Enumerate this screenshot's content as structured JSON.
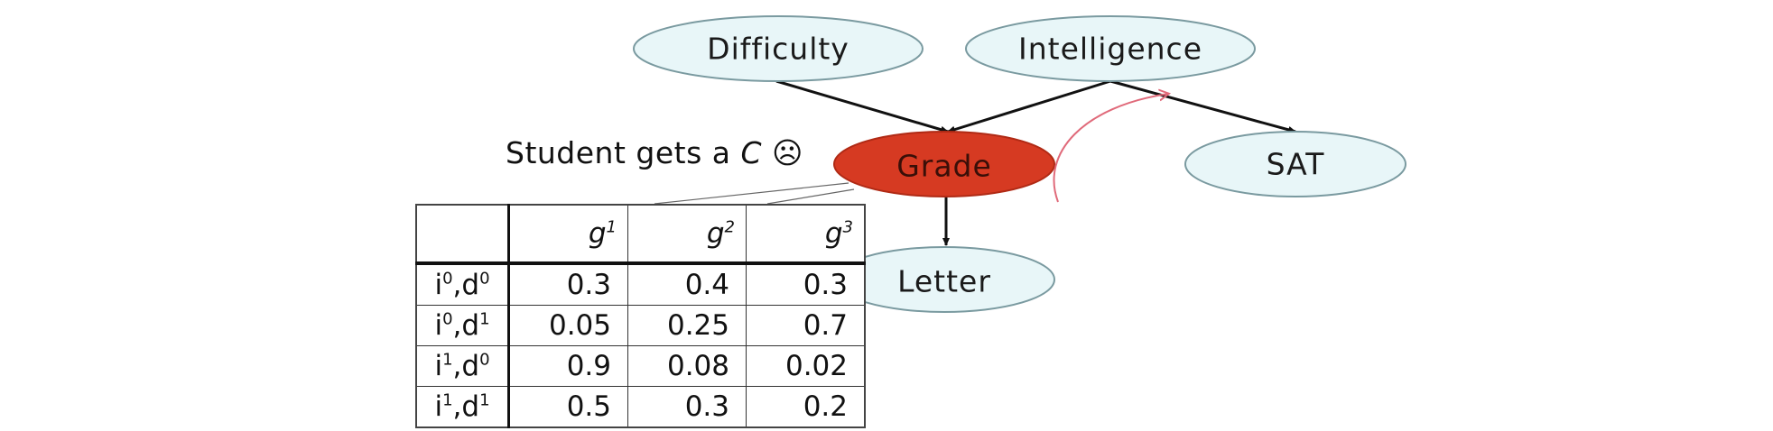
{
  "nodes": {
    "difficulty": "Difficulty",
    "intelligence": "Intelligence",
    "grade": "Grade",
    "sat": "SAT",
    "letter": "Letter"
  },
  "caption": {
    "text": "Student gets a ",
    "grade_letter": "C",
    "emoticon": "☹"
  },
  "colors": {
    "node_fill": "#e8f6f8",
    "node_stroke": "#7a9aa0",
    "grade_fill": "#d63a22",
    "annotation_stroke": "#e06a7a"
  },
  "cpd": {
    "columns": [
      {
        "base": "g",
        "sup": "1"
      },
      {
        "base": "g",
        "sup": "2"
      },
      {
        "base": "g",
        "sup": "3"
      }
    ],
    "rows": [
      {
        "i": "i",
        "i_sup": "0",
        "d": "d",
        "d_sup": "0",
        "values": [
          "0.3",
          "0.4",
          "0.3"
        ]
      },
      {
        "i": "i",
        "i_sup": "0",
        "d": "d",
        "d_sup": "1",
        "values": [
          "0.05",
          "0.25",
          "0.7"
        ]
      },
      {
        "i": "i",
        "i_sup": "1",
        "d": "d",
        "d_sup": "0",
        "values": [
          "0.9",
          "0.08",
          "0.02"
        ]
      },
      {
        "i": "i",
        "i_sup": "1",
        "d": "d",
        "d_sup": "1",
        "values": [
          "0.5",
          "0.3",
          "0.2"
        ]
      }
    ]
  }
}
